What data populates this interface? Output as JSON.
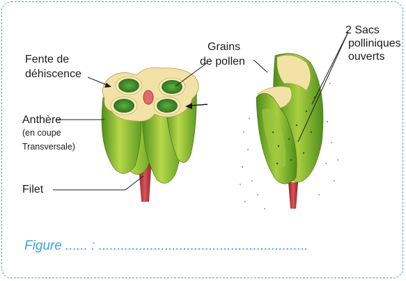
{
  "labels": {
    "fente_line1": "Fente de",
    "fente_line2": "déhiscence",
    "anthere": "Anthère",
    "en_coupe": "(en coupe",
    "transversale": "Transversale)",
    "filet": "Filet",
    "grains_line1": "Grains",
    "grains_line2": "de pollen",
    "sacs_line1": "2 Sacs",
    "sacs_line2": "polliniques",
    "sacs_line3": "ouverts"
  },
  "caption": {
    "prefix": "Figure",
    "dots1": "......",
    "colon": ":",
    "dots2": "........................................................."
  },
  "colors": {
    "frame": "#4a9fd4",
    "caption": "#3aa3e0",
    "anther_green": "#7cb82f",
    "anther_light": "#c8e06a",
    "cream": "#f3e2a6",
    "pollen": "#3f8f2a",
    "filament": "#c0393b"
  }
}
